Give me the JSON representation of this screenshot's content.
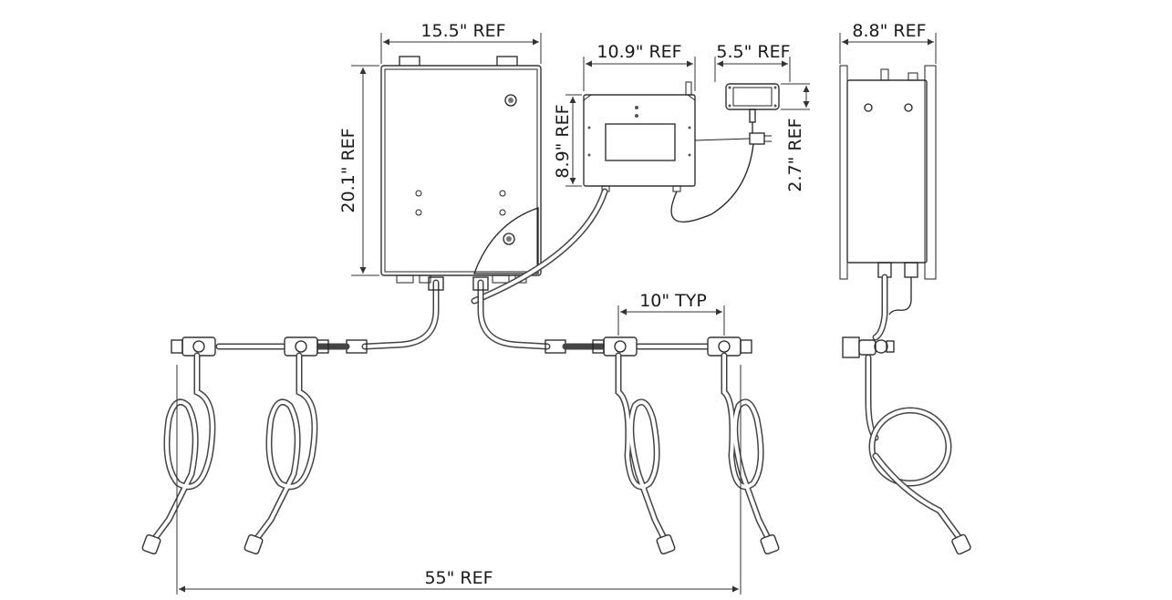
{
  "dimensions": {
    "main_width": "15.5\" REF",
    "main_height": "20.1\" REF",
    "controller_width": "10.9\" REF",
    "controller_height": "8.9\" REF",
    "junction_width": "5.5\" REF",
    "junction_height": "2.7\" REF",
    "side_depth": "8.8\" REF",
    "valve_spacing": "10\" TYP",
    "overall_width": "55\" REF"
  }
}
